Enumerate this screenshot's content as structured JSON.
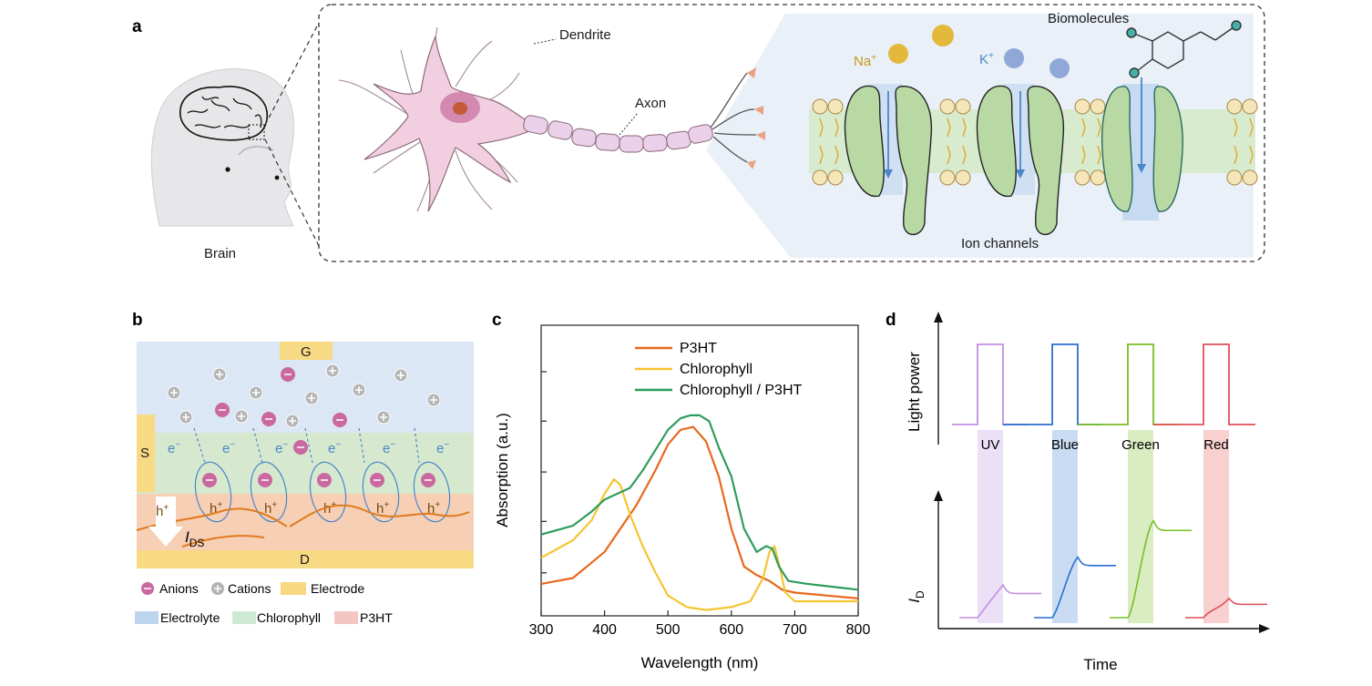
{
  "panels": {
    "a": {
      "label": "a",
      "brain": "Brain",
      "dendrite": "Dendrite",
      "axon": "Axon",
      "biomolecules": "Biomolecules",
      "na": "Na",
      "na_sup": "+",
      "k": "K",
      "k_sup": "+",
      "ion_channels": "Ion channels"
    },
    "b": {
      "label": "b",
      "gate": "G",
      "source": "S",
      "drain": "D",
      "electron": "e",
      "electron_sup": "−",
      "hole": "h",
      "hole_sup": "+",
      "ids_main": "I",
      "ids_sub": "DS",
      "legend": [
        {
          "label": "Anions",
          "color": "#c9699f"
        },
        {
          "label": "Cations",
          "color": "#b3b3b3"
        },
        {
          "label": "Electrode",
          "color": "#f8d880"
        },
        {
          "label": "Electrolyte",
          "color": "#bcd4ee"
        },
        {
          "label": "Chlorophyll",
          "color": "#cde8d3"
        },
        {
          "label": "P3HT",
          "color": "#f4c6c2"
        }
      ],
      "colors": {
        "electrolyte": "#dbe7f4",
        "chlorophyll": "#d6e9cf",
        "p3ht": "#f6cfb4",
        "electrode": "#f9da84"
      }
    },
    "c": {
      "label": "c"
    },
    "d": {
      "label": "d",
      "light_power": "Light power",
      "id_main": "I",
      "id_sub": "D",
      "time": "Time"
    }
  },
  "chart_data": {
    "type": "line",
    "xlabel": "Wavelength (nm)",
    "ylabel": "Absorption (a.u.)",
    "xlim": [
      300,
      800
    ],
    "xticks": [
      300,
      400,
      500,
      600,
      700,
      800
    ],
    "ylim": [
      0,
      1
    ],
    "grid": false,
    "legend_position": "top",
    "series": [
      {
        "name": "P3HT",
        "color": "#e8681e",
        "x": [
          300,
          350,
          400,
          450,
          480,
          500,
          520,
          540,
          560,
          580,
          600,
          620,
          640,
          660,
          680,
          700,
          750,
          800
        ],
        "y": [
          0.11,
          0.13,
          0.22,
          0.38,
          0.5,
          0.59,
          0.64,
          0.65,
          0.6,
          0.48,
          0.3,
          0.17,
          0.14,
          0.12,
          0.09,
          0.08,
          0.07,
          0.06
        ]
      },
      {
        "name": "Chlorophyll",
        "color": "#f5c531",
        "x": [
          300,
          350,
          380,
          400,
          415,
          425,
          440,
          460,
          480,
          500,
          530,
          560,
          600,
          630,
          650,
          660,
          668,
          675,
          685,
          700,
          750,
          800
        ],
        "y": [
          0.2,
          0.26,
          0.33,
          0.42,
          0.47,
          0.45,
          0.35,
          0.24,
          0.15,
          0.07,
          0.03,
          0.02,
          0.03,
          0.05,
          0.13,
          0.22,
          0.24,
          0.18,
          0.08,
          0.05,
          0.05,
          0.05
        ]
      },
      {
        "name": "Chlorophyll / P3HT",
        "color": "#2e9c5c",
        "x": [
          300,
          350,
          380,
          400,
          420,
          440,
          460,
          480,
          500,
          520,
          535,
          550,
          565,
          580,
          600,
          620,
          640,
          655,
          665,
          675,
          690,
          720,
          760,
          800
        ],
        "y": [
          0.28,
          0.31,
          0.36,
          0.4,
          0.42,
          0.44,
          0.5,
          0.57,
          0.64,
          0.68,
          0.69,
          0.69,
          0.67,
          0.58,
          0.48,
          0.3,
          0.22,
          0.24,
          0.23,
          0.17,
          0.12,
          0.11,
          0.1,
          0.09
        ]
      }
    ]
  },
  "pulses": [
    {
      "label": "UV",
      "color": "#c08ee2",
      "shade": "#ece0f7",
      "response_peak": 0.27,
      "response_plateau": 0.2
    },
    {
      "label": "Blue",
      "color": "#2a6fd0",
      "shade": "#c9dcf3",
      "response_peak": 0.5,
      "response_plateau": 0.43
    },
    {
      "label": "Green",
      "color": "#79bf25",
      "shade": "#d9ecc2",
      "response_peak": 0.8,
      "response_plateau": 0.72
    },
    {
      "label": "Red",
      "color": "#e05058",
      "shade": "#f8d0d0",
      "response_peak": 0.16,
      "response_plateau": 0.11
    }
  ]
}
